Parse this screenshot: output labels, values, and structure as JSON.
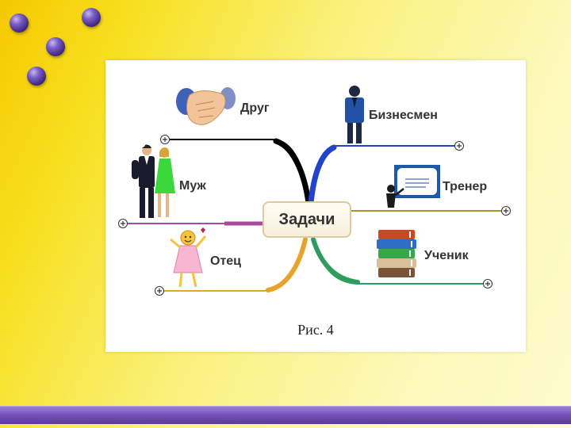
{
  "center": {
    "label": "Задачи"
  },
  "branches": [
    {
      "label": "Друг",
      "side": "left",
      "color": "#000000"
    },
    {
      "label": "Муж",
      "side": "left",
      "color": "#a84a9a"
    },
    {
      "label": "Отец",
      "side": "left",
      "color": "#e8a42a"
    },
    {
      "label": "Бизнесмен",
      "side": "right",
      "color": "#2244cc"
    },
    {
      "label": "Тренер",
      "side": "right",
      "color": "#9c9a2a"
    },
    {
      "label": "Ученик",
      "side": "right",
      "color": "#2e9c5e"
    }
  ],
  "caption": "Рис. 4"
}
